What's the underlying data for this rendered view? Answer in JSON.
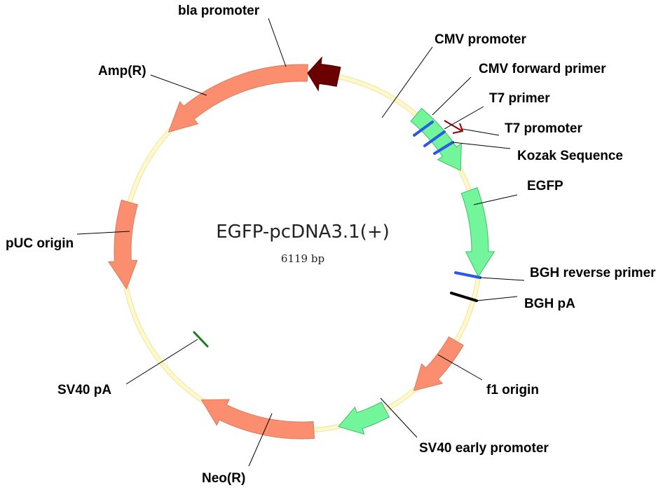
{
  "plasmid": {
    "name": "EGFP-pcDNA3.1(+)",
    "size": "6119 bp"
  },
  "colors": {
    "backbone": "#fff8c8",
    "backbone_edge": "#ece3a6",
    "resistance_arrow": "#fb8e6e",
    "egfp_arrow": "#73f59c",
    "promoter_marker": "#6b0000",
    "primer_bar": "#2b59e3",
    "bgh_pa_bar": "#000000",
    "sv40_pa_bar": "#1f7a1f"
  },
  "features": [
    {
      "id": "bla-promoter",
      "label": "bla promoter",
      "icon": "dark-red-arrow-icon"
    },
    {
      "id": "amp-r",
      "label": "Amp(R)",
      "icon": "salmon-arrow-icon"
    },
    {
      "id": "cmv-promoter",
      "label": "CMV promoter",
      "icon": "green-arrow-icon"
    },
    {
      "id": "cmv-forward-primer",
      "label": "CMV forward primer",
      "icon": "blue-bar-icon"
    },
    {
      "id": "t7-primer",
      "label": "T7 primer",
      "icon": "blue-bar-icon"
    },
    {
      "id": "t7-promoter",
      "label": "T7 promoter",
      "icon": "bent-arrow-icon"
    },
    {
      "id": "kozak-sequence",
      "label": "Kozak Sequence",
      "icon": "blue-bar-icon"
    },
    {
      "id": "egfp",
      "label": "EGFP",
      "icon": "green-arrow-icon"
    },
    {
      "id": "bgh-reverse-primer",
      "label": "BGH reverse primer",
      "icon": "blue-bar-icon"
    },
    {
      "id": "bgh-pa",
      "label": "BGH pA",
      "icon": "black-bar-icon"
    },
    {
      "id": "f1-origin",
      "label": "f1 origin",
      "icon": "salmon-arrow-icon"
    },
    {
      "id": "sv40-early-promoter",
      "label": "SV40 early promoter",
      "icon": "green-arrow-icon"
    },
    {
      "id": "neo-r",
      "label": "Neo(R)",
      "icon": "salmon-arrow-icon"
    },
    {
      "id": "sv40-pa",
      "label": "SV40 pA",
      "icon": "green-bar-icon"
    },
    {
      "id": "puc-origin",
      "label": "pUC origin",
      "icon": "salmon-arrow-icon"
    }
  ]
}
